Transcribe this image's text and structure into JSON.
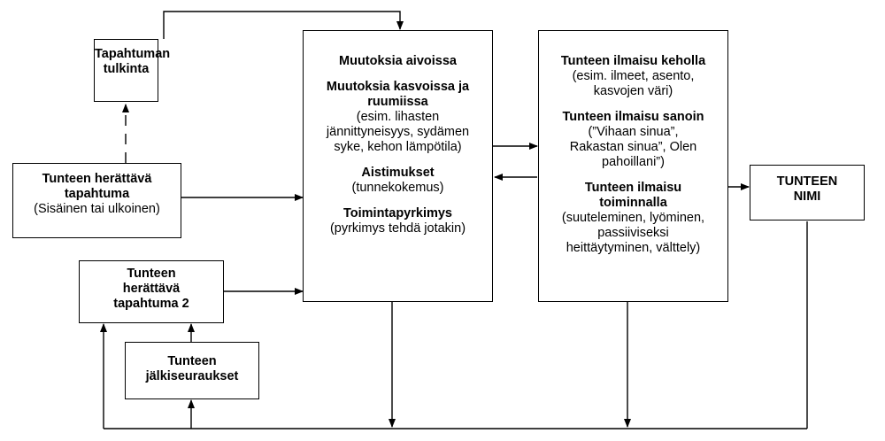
{
  "interpretation": {
    "title_1": "Tapahtuman",
    "title_2": "tulkinta"
  },
  "trigger": {
    "title_1": "Tunteen herättävä",
    "title_2": "tapahtuma",
    "note": "(Sisäinen tai ulkoinen)"
  },
  "trigger2": {
    "title_1": "Tunteen",
    "title_2": "herättävä",
    "title_3": "tapahtuma 2"
  },
  "consequences": {
    "title_1": "Tunteen",
    "title_2": "jälkiseuraukset"
  },
  "changes": {
    "brain": "Muutoksia aivoissa",
    "body_1": "Muutoksia kasvoissa ja",
    "body_2": "ruumiissa",
    "body_note_1": "(esim. lihasten",
    "body_note_2": "jännittyneisyys, sydämen",
    "body_note_3": "syke, kehon lämpötila)",
    "sensations": "Aistimukset",
    "sensations_note": "(tunnekokemus)",
    "action": "Toimintapyrkimys",
    "action_note": "(pyrkimys tehdä jotakin)"
  },
  "expression": {
    "body_title": "Tunteen ilmaisu keholla",
    "body_note_1": "(esim. ilmeet, asento,",
    "body_note_2": "kasvojen väri)",
    "words_title": "Tunteen ilmaisu sanoin",
    "words_note_1": "(”Vihaan sinua”,",
    "words_note_2": "Rakastan sinua”, Olen",
    "words_note_3": "pahoillani”)",
    "action_title_1": "Tunteen ilmaisu",
    "action_title_2": "toiminnalla",
    "action_note_1": "(suuteleminen, lyöminen,",
    "action_note_2": "passiiviseksi",
    "action_note_3": "heittäytyminen, välttely)"
  },
  "name": {
    "title_1": "TUNTEEN",
    "title_2": "NIMI"
  }
}
